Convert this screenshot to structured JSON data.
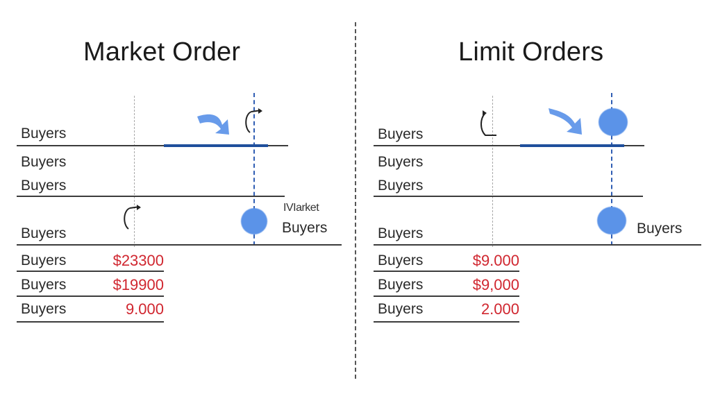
{
  "market": {
    "title": "Market Order",
    "rows": [
      "Buyers",
      "Buyers",
      "Buyers",
      "Buyers"
    ],
    "lower_rows": [
      {
        "label": "Buyers",
        "price": "$23300"
      },
      {
        "label": "Buyers",
        "price": "$19900"
      },
      {
        "label": "Buyers",
        "price": "9.000"
      }
    ],
    "side_note": "IVIarket",
    "side_label": "Buyers"
  },
  "limit": {
    "title": "Limit Orders",
    "rows": [
      "Buyers",
      "Buyers",
      "Buyers",
      "Buyers"
    ],
    "lower_rows": [
      {
        "label": "Buyers",
        "price": "$9.000"
      },
      {
        "label": "Buyers",
        "price": "$9,000"
      },
      {
        "label": "Buyers",
        "price": "2.000"
      }
    ],
    "side_label": "Buyers"
  },
  "colors": {
    "accent_blue": "#5b93e8",
    "line_blue": "#1f4f9c",
    "price_red": "#d0262f"
  },
  "icons": [
    "curved-arrow-icon",
    "cursor-hook-icon",
    "blue-marker-dot"
  ]
}
